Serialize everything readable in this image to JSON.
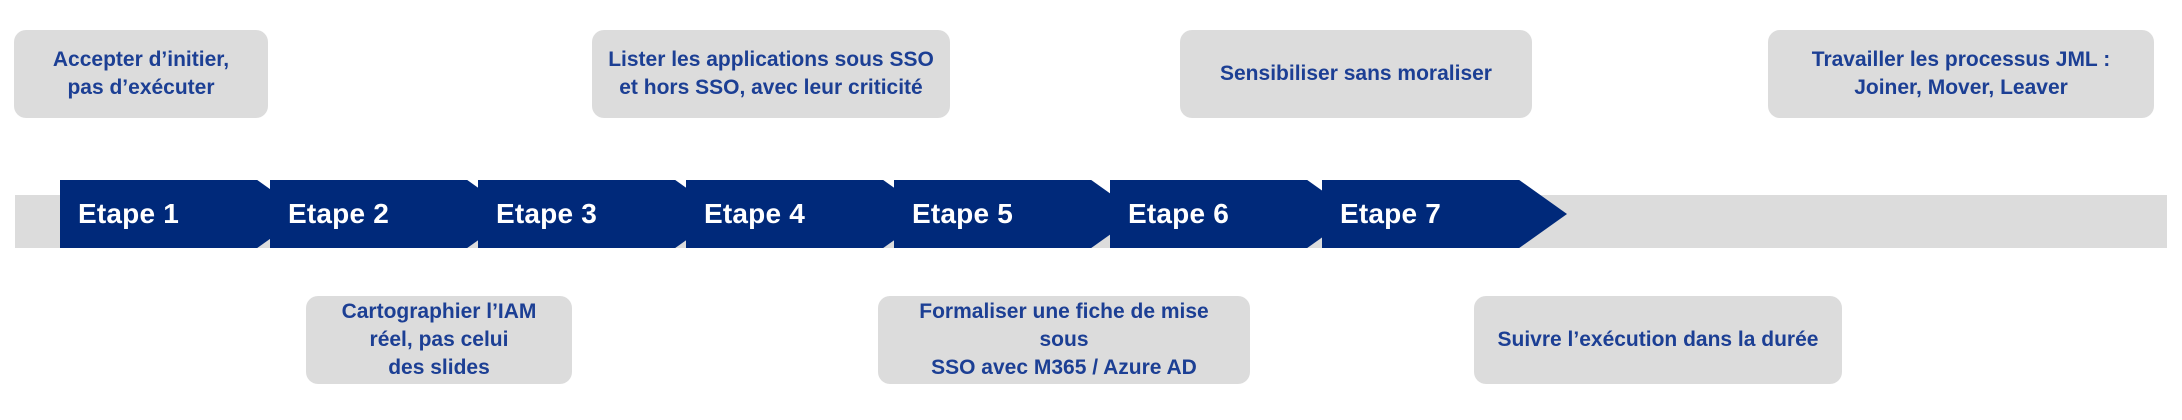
{
  "theme": {
    "background": "#ffffff",
    "track_color": "#dcdcdc",
    "chevron_color": "#00297a",
    "chevron_text_color": "#ffffff",
    "card_color": "#dcdcdc",
    "card_text_color": "#1c3f94"
  },
  "steps": [
    {
      "label": "Etape 1",
      "callout": "Accepter d’initier,\npas d’exécuter",
      "callout_position": "top"
    },
    {
      "label": "Etape 2",
      "callout": "Cartographier l’IAM réel, pas celui\ndes slides",
      "callout_position": "bottom"
    },
    {
      "label": "Etape 3",
      "callout": "Lister les applications sous SSO\net hors SSO, avec leur criticité",
      "callout_position": "top"
    },
    {
      "label": "Etape 4",
      "callout": "Formaliser une fiche de mise sous\nSSO avec M365 / Azure AD",
      "callout_position": "bottom"
    },
    {
      "label": "Etape 5",
      "callout": "Sensibiliser sans moraliser",
      "callout_position": "top"
    },
    {
      "label": "Etape 6",
      "callout": "Suivre l’exécution dans la durée",
      "callout_position": "bottom"
    },
    {
      "label": "Etape 7",
      "callout": "Travailler les processus JML :\nJoiner, Mover, Leaver",
      "callout_position": "top"
    }
  ]
}
